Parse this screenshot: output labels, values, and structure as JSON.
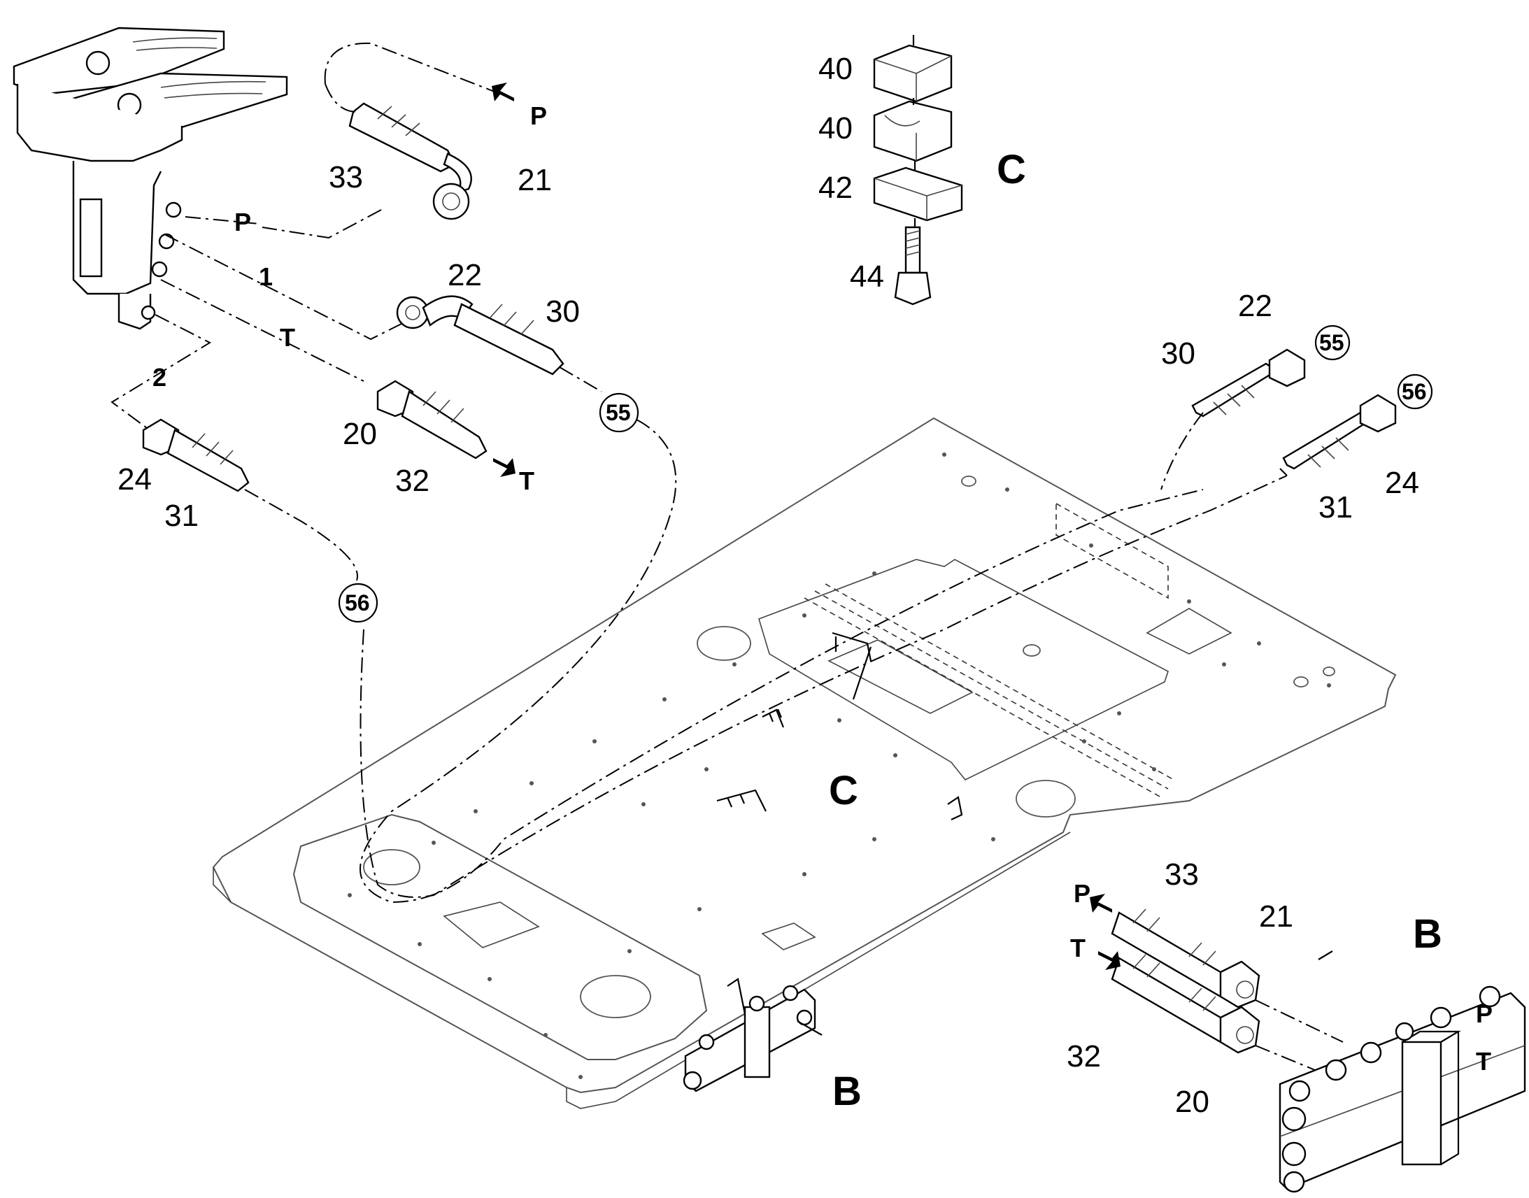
{
  "parts": {
    "p20": "20",
    "p21": "21",
    "p22": "22",
    "p24": "24",
    "p30": "30",
    "p31": "31",
    "p32": "32",
    "p33": "33",
    "p40": "40",
    "p42": "42",
    "p44": "44"
  },
  "circled": {
    "c55": "55",
    "c56": "56"
  },
  "ports": {
    "P": "P",
    "T": "T",
    "one": "1",
    "two": "2"
  },
  "views": {
    "B": "B",
    "C": "C"
  }
}
